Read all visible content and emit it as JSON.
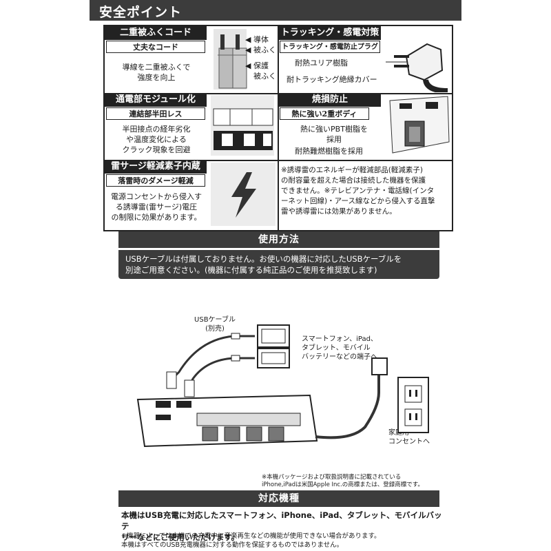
{
  "header": {
    "title": "安全ポイント"
  },
  "cells": {
    "double_cord": {
      "heading": "二重被ふくコード",
      "sub": "丈夫なコード",
      "desc": [
        "導線を二重被ふくで",
        "強度を向上"
      ],
      "callouts": [
        "導体",
        "被ふく",
        "保護",
        "被ふく"
      ]
    },
    "tracking": {
      "heading": "トラッキング・感電対策",
      "sub": "トラッキング・感電防止プラグ",
      "callouts": [
        "耐熱ユリア樹脂",
        "耐トラッキング絶縁カバー"
      ]
    },
    "module": {
      "heading": "通電部モジュール化",
      "sub": "連結部半田レス",
      "desc": [
        "半田接点の経年劣化",
        "や温度変化による",
        "クラック現象を回避"
      ]
    },
    "burn": {
      "heading": "焼損防止",
      "sub": "熱に強い2重ボディ",
      "callouts": [
        "熱に強いPBT樹脂を",
        "採用",
        "耐熱難燃樹脂を採用"
      ]
    },
    "surge": {
      "heading": "雷サージ軽減素子内蔵",
      "sub": "落雷時のダメージ軽減",
      "desc": [
        "電源コンセントから侵入す",
        "る誘導雷(雷サージ)電圧",
        "の制限に効果があります。"
      ]
    },
    "surge_note": [
      "※誘導雷のエネルギーが軽減部品(軽減素子)",
      "の耐容量を超えた場合は接続した機器を保護",
      "できません。※テレビアンテナ・電話線(インタ",
      "ーネット回線)・アース線などから侵入する直撃",
      "雷や誘導雷には効果がありません。"
    ]
  },
  "usage": {
    "title": "使用方法",
    "lines": [
      "USBケーブルは付属しておりません。お使いの機器に対応したUSBケーブルを",
      "別途ご用意ください。(機器に付属する純正品のご使用を推奨致します)"
    ]
  },
  "diagram": {
    "usb_label": [
      "USBケーブル",
      "(別売)"
    ],
    "device_label": [
      "スマートフォン、iPad、",
      "タブレット、モバイル",
      "バッテリーなどの端子へ"
    ],
    "outlet_label": [
      "家庭用",
      "コンセントへ"
    ],
    "trademark": [
      "※本機パッケージおよび取扱説明書に記載されている",
      "iPhone,iPadは米国Apple Inc.の商標または、登録商標です。"
    ]
  },
  "compat": {
    "title": "対応機種",
    "lines": [
      "本機はUSB充電に対応したスマートフォン、iPhone、iPad、タブレット、モバイルバッテ",
      "リーなどにご使用いただけます。"
    ],
    "notes": [
      "※機器によっては本機での充電中に音楽再生などの機能が使用できない場合があります。",
      "本機はすべてのUSB充電機器に対する動作を保証するものではありません。"
    ]
  }
}
